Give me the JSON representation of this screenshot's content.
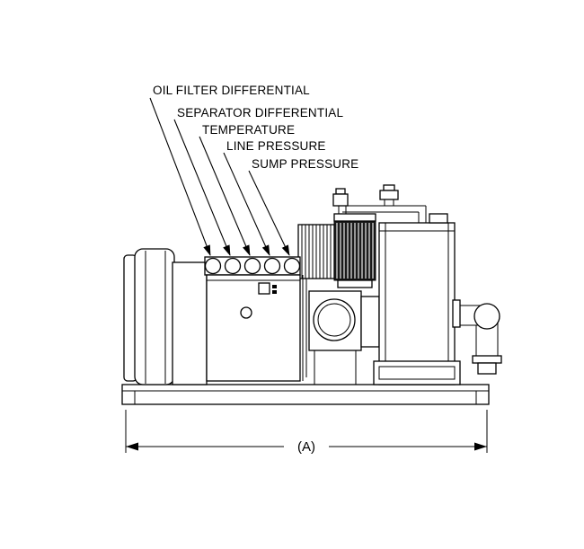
{
  "figure": {
    "background_color": "#ffffff",
    "line_color": "#000000",
    "dark_fill_color": "#1a1a1a"
  },
  "callouts": [
    {
      "label": "OIL FILTER DIFFERENTIAL",
      "target": "gauge-oil-filter-differential"
    },
    {
      "label": "SEPARATOR DIFFERENTIAL",
      "target": "gauge-separator-differential"
    },
    {
      "label": "TEMPERATURE",
      "target": "gauge-temperature"
    },
    {
      "label": "LINE PRESSURE",
      "target": "gauge-line-pressure"
    },
    {
      "label": "SUMP PRESSURE",
      "target": "gauge-sump-pressure"
    }
  ],
  "dimension": {
    "label": "(A)"
  }
}
